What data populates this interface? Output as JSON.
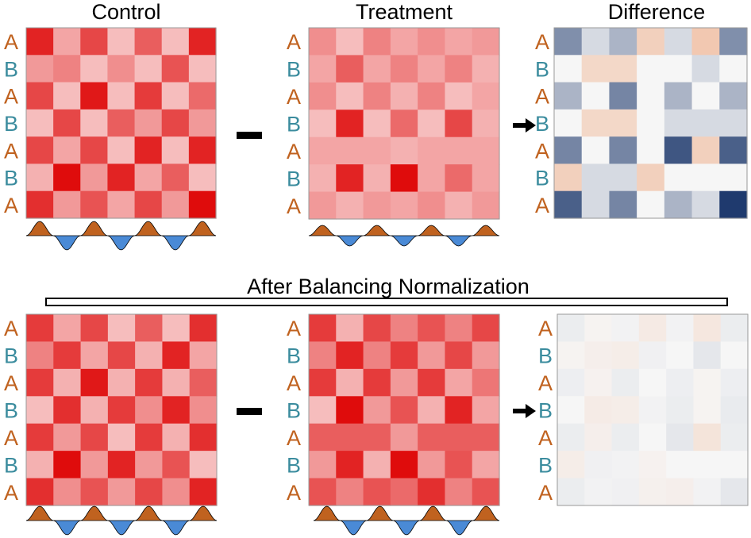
{
  "colors": {
    "label_a": "#c0621f",
    "label_b": "#3b8c9e",
    "track_positive": "#c0621f",
    "track_negative": "#4a8ad6",
    "red_dark": "#dd0000",
    "diverging_negative": "#1f3a6e",
    "diverging_positive": "#f0b99a",
    "grid_line": "#999999"
  },
  "top": {
    "titles": {
      "control": "Control",
      "treatment": "Treatment",
      "difference": "Difference"
    },
    "minus_symbol": "minus-operator",
    "arrow_symbol": "right-arrow"
  },
  "banner": {
    "label": "After Balancing Normalization"
  },
  "row_labels": [
    "A",
    "B",
    "A",
    "B",
    "A",
    "B",
    "A"
  ],
  "panels": {
    "top_control": [
      [
        0.85,
        0.3,
        0.7,
        0.2,
        0.6,
        0.2,
        0.85
      ],
      [
        0.35,
        0.45,
        0.2,
        0.4,
        0.2,
        0.65,
        0.2
      ],
      [
        0.7,
        0.2,
        0.9,
        0.2,
        0.75,
        0.2,
        0.55
      ],
      [
        0.2,
        0.7,
        0.2,
        0.6,
        0.35,
        0.7,
        0.35
      ],
      [
        0.7,
        0.3,
        0.7,
        0.2,
        0.85,
        0.2,
        0.85
      ],
      [
        0.25,
        0.95,
        0.35,
        0.85,
        0.3,
        0.6,
        0.2
      ],
      [
        0.8,
        0.35,
        0.65,
        0.3,
        0.7,
        0.35,
        0.95
      ]
    ],
    "top_treatment": [
      [
        0.4,
        0.2,
        0.45,
        0.3,
        0.4,
        0.3,
        0.35
      ],
      [
        0.3,
        0.6,
        0.3,
        0.45,
        0.3,
        0.45,
        0.25
      ],
      [
        0.4,
        0.2,
        0.45,
        0.25,
        0.45,
        0.2,
        0.3
      ],
      [
        0.2,
        0.85,
        0.2,
        0.55,
        0.2,
        0.7,
        0.25
      ],
      [
        0.3,
        0.3,
        0.3,
        0.25,
        0.3,
        0.3,
        0.3
      ],
      [
        0.25,
        0.85,
        0.25,
        0.95,
        0.3,
        0.55,
        0.3
      ],
      [
        0.35,
        0.25,
        0.35,
        0.3,
        0.4,
        0.25,
        0.35
      ]
    ],
    "top_difference": [
      [
        -0.55,
        -0.15,
        -0.35,
        0.25,
        -0.15,
        0.3,
        -0.55
      ],
      [
        0,
        0.2,
        0.2,
        0,
        0,
        -0.15,
        0
      ],
      [
        -0.35,
        0,
        -0.6,
        0,
        -0.35,
        0,
        -0.35
      ],
      [
        0,
        0.2,
        0.2,
        0,
        -0.15,
        -0.15,
        -0.15
      ],
      [
        -0.6,
        0,
        -0.6,
        0,
        -0.85,
        0.25,
        -0.8
      ],
      [
        0.25,
        -0.15,
        -0.15,
        0.25,
        0,
        0,
        0
      ],
      [
        -0.8,
        -0.15,
        -0.6,
        0,
        -0.35,
        -0.15,
        -1.0
      ]
    ],
    "bottom_control": [
      [
        0.75,
        0.3,
        0.7,
        0.2,
        0.6,
        0.2,
        0.8
      ],
      [
        0.45,
        0.75,
        0.3,
        0.7,
        0.25,
        0.85,
        0.3
      ],
      [
        0.75,
        0.25,
        0.9,
        0.25,
        0.75,
        0.25,
        0.6
      ],
      [
        0.2,
        0.8,
        0.25,
        0.75,
        0.4,
        0.85,
        0.4
      ],
      [
        0.75,
        0.35,
        0.7,
        0.2,
        0.75,
        0.25,
        0.8
      ],
      [
        0.25,
        0.95,
        0.35,
        0.85,
        0.35,
        0.65,
        0.2
      ],
      [
        0.8,
        0.4,
        0.65,
        0.35,
        0.7,
        0.4,
        0.85
      ]
    ],
    "bottom_treatment": [
      [
        0.75,
        0.25,
        0.7,
        0.45,
        0.65,
        0.45,
        0.7
      ],
      [
        0.45,
        0.85,
        0.45,
        0.75,
        0.35,
        0.7,
        0.35
      ],
      [
        0.75,
        0.25,
        0.75,
        0.35,
        0.75,
        0.3,
        0.5
      ],
      [
        0.2,
        0.95,
        0.35,
        0.65,
        0.25,
        0.85,
        0.3
      ],
      [
        0.6,
        0.6,
        0.6,
        0.35,
        0.6,
        0.6,
        0.6
      ],
      [
        0.35,
        0.85,
        0.25,
        0.95,
        0.35,
        0.65,
        0.3
      ],
      [
        0.65,
        0.45,
        0.65,
        0.55,
        0.8,
        0.45,
        0.65
      ]
    ],
    "bottom_difference": [
      [
        -0.05,
        0.02,
        -0.02,
        0.08,
        -0.02,
        0.1,
        -0.05
      ],
      [
        0.02,
        0.05,
        0.06,
        -0.03,
        0,
        -0.08,
        0
      ],
      [
        -0.04,
        0.03,
        -0.05,
        0,
        -0.04,
        0.02,
        -0.04
      ],
      [
        0,
        0.07,
        0.06,
        -0.02,
        -0.05,
        0.02,
        -0.06
      ],
      [
        -0.05,
        0.05,
        -0.05,
        0,
        -0.08,
        0.12,
        -0.05
      ],
      [
        0.06,
        -0.03,
        -0.02,
        0.03,
        0,
        0,
        0
      ],
      [
        -0.05,
        -0.02,
        -0.03,
        0.04,
        0.05,
        -0.02,
        -0.08
      ]
    ]
  }
}
